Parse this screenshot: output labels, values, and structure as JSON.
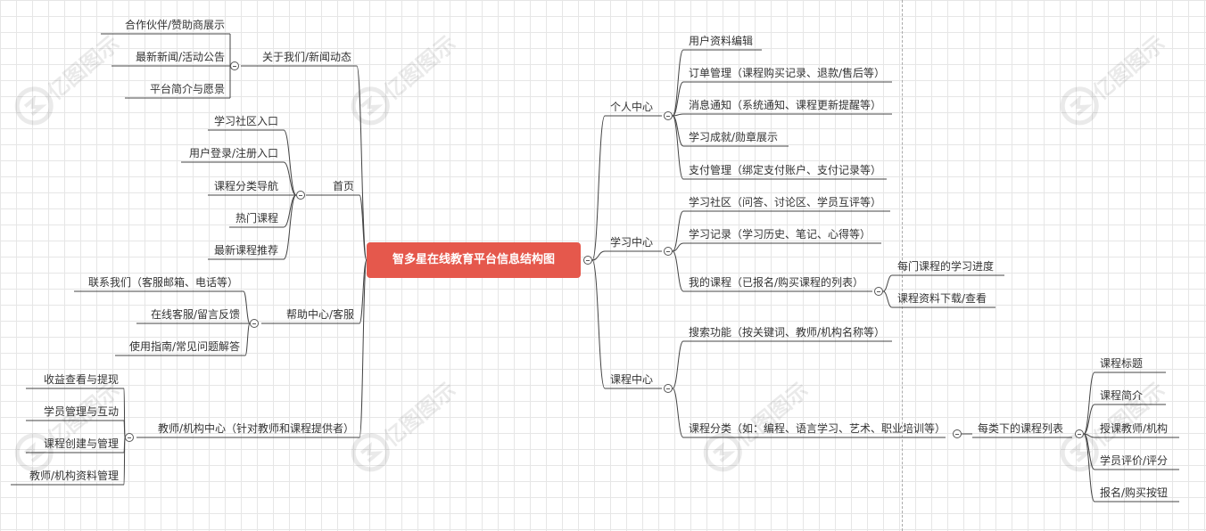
{
  "root": {
    "label": "智多星在线教育平台信息结构图"
  },
  "left": {
    "about": {
      "label": "关于我们/新闻动态",
      "children": [
        "合作伙伴/赞助商展示",
        "最新新闻/活动公告",
        "平台简介与愿景"
      ]
    },
    "home": {
      "label": "首页",
      "children": [
        "学习社区入口",
        "用户登录/注册入口",
        "课程分类导航",
        "热门课程",
        "最新课程推荐"
      ]
    },
    "help": {
      "label": "帮助中心/客服",
      "children": [
        "联系我们（客服邮箱、电话等）",
        "在线客服/留言反馈",
        "使用指南/常见问题解答"
      ]
    },
    "teacher": {
      "label": "教师/机构中心（针对教师和课程提供者）",
      "children": [
        "收益查看与提现",
        "学员管理与互动",
        "课程创建与管理",
        "教师/机构资料管理"
      ]
    }
  },
  "right": {
    "personal": {
      "label": "个人中心",
      "children": [
        "用户资料编辑",
        "订单管理（课程购买记录、退款/售后等）",
        "消息通知（系统通知、课程更新提醒等）",
        "学习成就/勋章展示",
        "支付管理（绑定支付账户、支付记录等）"
      ]
    },
    "study": {
      "label": "学习中心",
      "children": [
        "学习社区（问答、讨论区、学员互评等）",
        "学习记录（学习历史、笔记、心得等）"
      ],
      "my_courses": {
        "label": "我的课程（已报名/购买课程的列表）",
        "children": [
          "每门课程的学习进度",
          "课程资料下载/查看"
        ]
      }
    },
    "course": {
      "label": "课程中心",
      "search": "搜索功能（按关键词、教师/机构名称等）",
      "category": {
        "label": "课程分类（如：编程、语言学习、艺术、职业培训等）",
        "list": {
          "label": "每类下的课程列表",
          "children": [
            "课程标题",
            "课程简介",
            "授课教师/机构",
            "学员评价/评分",
            "报名/购买按钮"
          ]
        }
      }
    }
  },
  "watermark": "亿图图示"
}
